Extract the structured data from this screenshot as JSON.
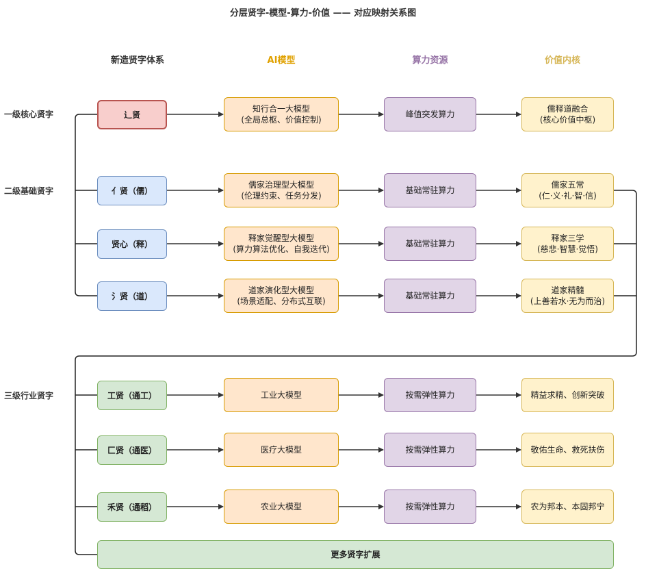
{
  "title": "分层贤字-模型-算力-价值 —— 对应映射关系图",
  "headers": [
    {
      "label": "新造贤字体系",
      "color": "#333333"
    },
    {
      "label": "AI模型",
      "color": "#e0a100"
    },
    {
      "label": "算力资源",
      "color": "#9673a6"
    },
    {
      "label": "价值内核",
      "color": "#d6b656"
    }
  ],
  "levels": [
    "一级核心贤字",
    "二级基础贤字",
    "三级行业贤字"
  ],
  "rows": [
    {
      "char": "辶贤",
      "model": [
        "知行合一大模型",
        "(全局总枢、价值控制)"
      ],
      "compute": "峰值突发算力",
      "value": [
        "儒释道融合",
        "(核心价值中枢)"
      ]
    },
    {
      "char": "亻贤（儒）",
      "model": [
        "儒家治理型大模型",
        "(伦理约束、任务分发)"
      ],
      "compute": "基础常驻算力",
      "value": [
        "儒家五常",
        "(仁·义·礼·智·信)"
      ]
    },
    {
      "char": "贤心（释）",
      "model": [
        "释家觉醒型大模型",
        "(算力算法优化、自我迭代)"
      ],
      "compute": "基础常驻算力",
      "value": [
        "释家三学",
        "(慈悲·智慧·觉悟)"
      ]
    },
    {
      "char": "氵贤（道）",
      "model": [
        "道家演化型大模型",
        "(场景适配、分布式互联)"
      ],
      "compute": "基础常驻算力",
      "value": [
        "道家精髓",
        "(上善若水·无为而治)"
      ]
    },
    {
      "char": "工贤（通工）",
      "model": [
        "工业大模型"
      ],
      "compute": "按需弹性算力",
      "value": [
        "精益求精、创新突破"
      ]
    },
    {
      "char": "匚贤（通医）",
      "model": [
        "医疗大模型"
      ],
      "compute": "按需弹性算力",
      "value": [
        "敬佑生命、救死扶伤"
      ]
    },
    {
      "char": "禾贤（通稻）",
      "model": [
        "农业大模型"
      ],
      "compute": "按需弹性算力",
      "value": [
        "农为邦本、本固邦宁"
      ]
    }
  ],
  "more": "更多贤字扩展"
}
